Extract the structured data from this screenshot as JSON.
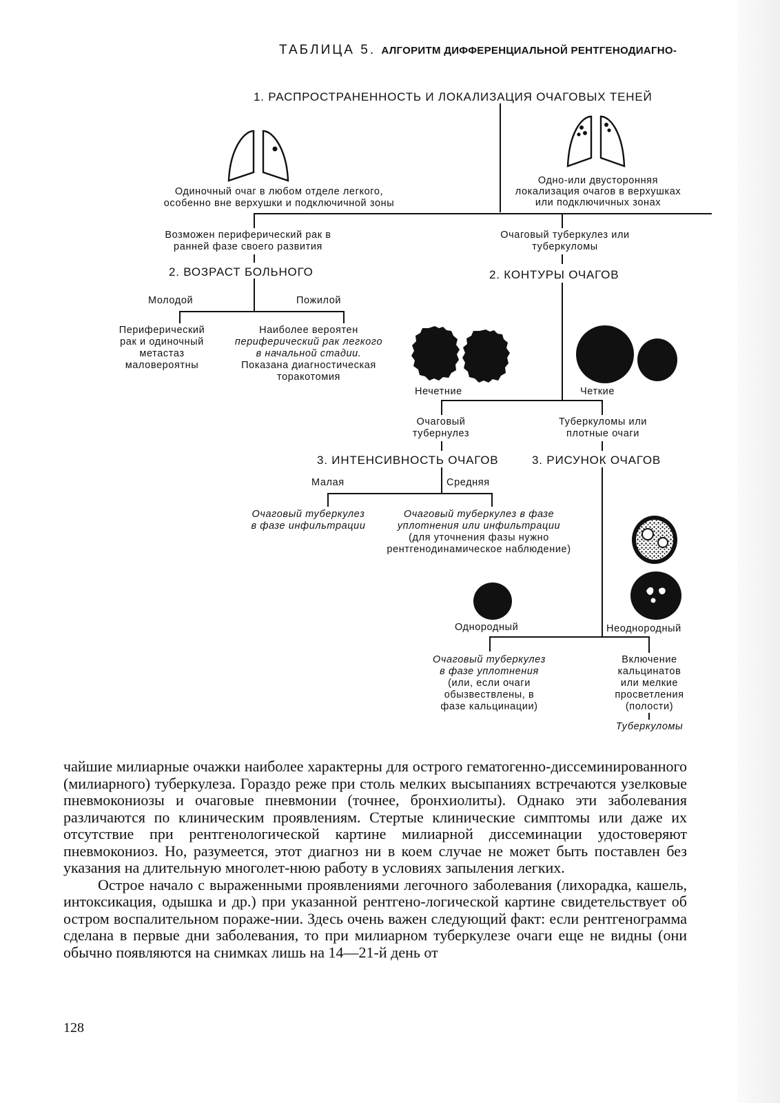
{
  "title": {
    "prefix": "ТАБЛИЦА 5.",
    "bold": "АЛГОРИТМ ДИФФЕРЕНЦИАЛЬНОЙ РЕНТГЕНОДИАГНО-"
  },
  "flowchart": {
    "step1_heading": "1. РАСПРОСТРАНЕННОСТЬ И ЛОКАЛИЗАЦИЯ ОЧАГОВЫХ ТЕНЕЙ",
    "left": {
      "solitary_caption": "Одиночный очаг в любом отделе легкого,\nособенно вне верхушки и подключичной зоны",
      "possible_cancer": "Возможен периферический рак в\nранней фазе своего развития",
      "age_heading": "2. ВОЗРАСТ БОЛЬНОГО",
      "young_label": "Молодой",
      "old_label": "Пожилой",
      "young_result": "Периферический\nрак и одиночный\nметастаз\nмаловероятны",
      "old_result_italic": "периферический рак легкого\nв начальной стадии.",
      "old_result_prefix": "Наиболее вероятен",
      "old_result_suffix": "Показана диагностическая\nторакотомия"
    },
    "right": {
      "bilateral_caption": "Одно-или двусторонняя\nлокализация очагов в верхушках\nили подключичных зонах",
      "tb_or_tuberculoma": "Очаговый туберкулез или\nтуберкуломы",
      "contours_heading": "2. КОНТУРЫ ОЧАГОВ",
      "unclear_label": "Нечетние",
      "clear_label": "Четкие",
      "focal_tb": "Очаговый\nтубернулез",
      "tuberculoma_dense": "Туберкуломы или\nплотные очаги",
      "intensity_heading": "3. ИНТЕНСИВНОСТЬ ОЧАГОВ",
      "pattern_heading": "3. РИСУНОК ОЧАГОВ",
      "low_label": "Малая",
      "medium_label": "Средняя",
      "low_result": "Очаговый туберкулез\nв фазе инфильтрации",
      "medium_result_italic": "Очаговый туберкулез в фазе\nуплотнения или инфильтрации",
      "medium_result_normal": "(для уточнения фазы нужно\nрентгенодинамическое наблюдение)",
      "homogeneous_label": "Однородный",
      "heterogeneous_label": "Неоднородный",
      "homogeneous_result_italic": "Очаговый туберкулез\nв фазе уплотнения",
      "homogeneous_result_normal": "(или, если очаги\nобызвествлены, в\nфазе кальцинации)",
      "heterogeneous_result": "Включение\nкальцинатов\nили мелкие\nпросветления\n(полости)",
      "tuberculomas": "Туберкуломы"
    }
  },
  "text": {
    "paragraph1": "чайшие милиарные очажки наиболее характерны для острого гематогенно-диссеминированного (милиарного) туберкулеза. Гораздо реже при столь мелких высыпаниях встречаются узелковые пневмокониозы и очаговые пневмонии (точнее, бронхиолиты). Однако эти заболевания различаются по клиническим проявлениям. Стертые клинические симптомы или даже их отсутствие при рентгенологической картине милиарной диссеминации удостоверяют пневмокониоз. Но, разумеется, этот диагноз ни в коем случае не может быть поставлен без указания на длительную многолет-нюю работу в условиях запыления легких.",
    "paragraph2": "Острое начало с выраженными проявлениями легочного заболевания (лихорадка, кашель, интоксикация, одышка и др.) при указанной рентгено-логической картине свидетельствует об остром воспалительном пораже-нии. Здесь очень важен следующий факт: если рентгенограмма сделана в первые дни заболевания, то при милиарном туберкулезе очаги еще не видны (они обычно появляются на снимках лишь на 14—21-й день от"
  },
  "page_number": "128",
  "icons": [
    "lungs-solitary-focus-icon",
    "lungs-apical-foci-icon",
    "irregular-focus-shadow",
    "sharp-focus-shadow",
    "homogeneous-focus-shadow",
    "heterogeneous-focus-shadow"
  ]
}
